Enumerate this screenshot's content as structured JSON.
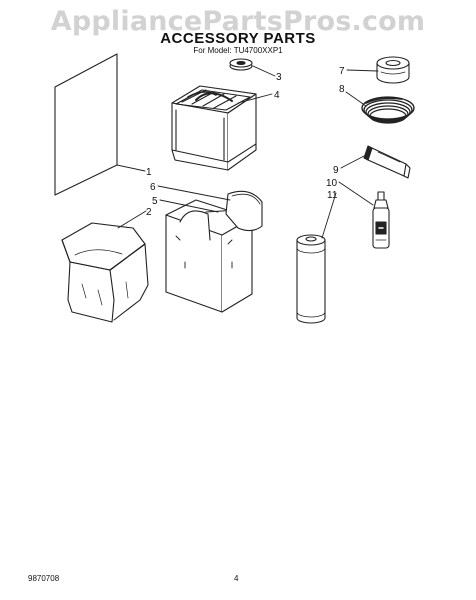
{
  "watermark": "AppliancePartsPros.com",
  "title": "ACCESSORY PARTS",
  "subtitle": "For Model: TU4700XXP1",
  "callouts": [
    "1",
    "2",
    "3",
    "4",
    "5",
    "6",
    "7",
    "8",
    "9",
    "10",
    "11"
  ],
  "footer": {
    "doc_number": "9870708",
    "page_number": "4"
  }
}
